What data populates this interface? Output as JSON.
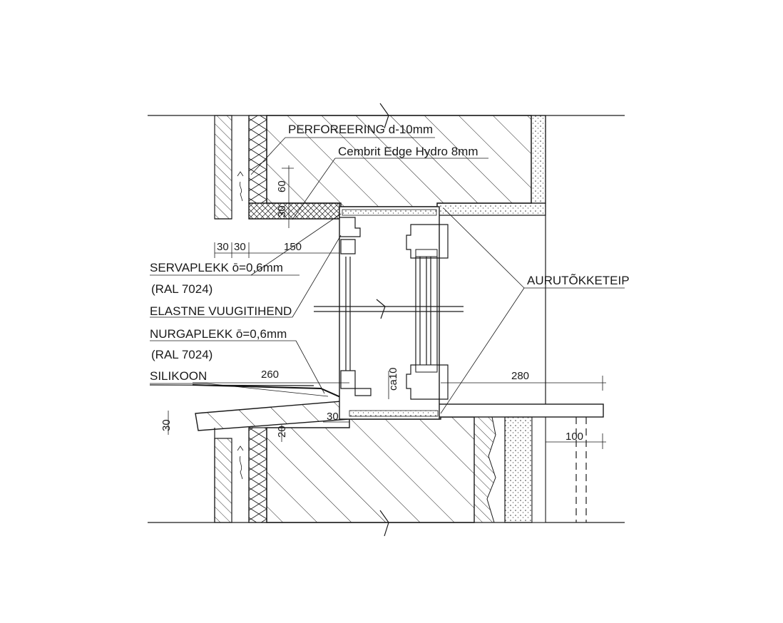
{
  "labels": {
    "perforation": "PERFOREERING d-10mm",
    "cembrit": "Cembrit Edge Hydro 8mm",
    "servaplekk": "SERVAPLEKK ō=0,6mm",
    "servaplekk_ral": "(RAL 7024)",
    "elastne": "ELASTNE VUUGITIHEND",
    "nurgaplekk": "NURGAPLEKK ō=0,6mm",
    "nurgaplekk_ral": "(RAL 7024)",
    "silikoon": "SILIKOON",
    "aurutokketeip": "AURUTÕKKETEIP"
  },
  "dimensions": {
    "d60": "60",
    "d30": "30",
    "d30b": "30",
    "d30c": "30",
    "d150": "150",
    "d260": "260",
    "d280": "280",
    "ca10": "ca10",
    "d30d": "30",
    "d20": "20",
    "d100": "100"
  },
  "colors": {
    "line": "#1a1a1a",
    "background": "#ffffff"
  }
}
